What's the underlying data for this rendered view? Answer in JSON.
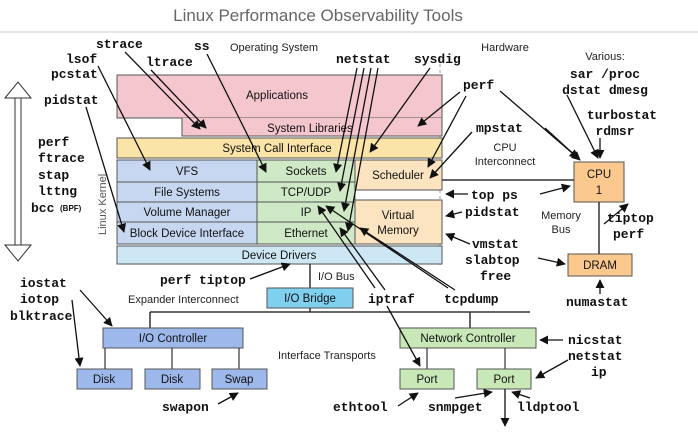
{
  "title": "Linux Performance Observability Tools",
  "labels": {
    "operating_system": "Operating System",
    "hardware": "Hardware",
    "linux_kernel": "Linux Kernel",
    "cpu_interconnect_1": "CPU",
    "cpu_interconnect_2": "Interconnect",
    "memory_bus_1": "Memory",
    "memory_bus_2": "Bus",
    "io_bus": "I/O Bus",
    "expander_interconnect": "Expander Interconnect",
    "interface_transports": "Interface Transports",
    "various": "Various:"
  },
  "boxes": {
    "applications": "Applications",
    "system_libraries": "System Libraries",
    "system_call_interface": "System Call Interface",
    "vfs": "VFS",
    "file_systems": "File Systems",
    "volume_manager": "Volume Manager",
    "block_device_interface": "Block Device Interface",
    "sockets": "Sockets",
    "tcp_udp": "TCP/UDP",
    "ip": "IP",
    "ethernet": "Ethernet",
    "scheduler": "Scheduler",
    "virtual_memory_1": "Virtual",
    "virtual_memory_2": "Memory",
    "device_drivers": "Device Drivers",
    "cpu_1": "CPU",
    "cpu_2": "1",
    "dram": "DRAM",
    "io_bridge": "I/O Bridge",
    "io_controller": "I/O Controller",
    "disk_1": "Disk",
    "disk_2": "Disk",
    "swap": "Swap",
    "network_controller": "Network Controller",
    "port_1": "Port",
    "port_2": "Port"
  },
  "tools": {
    "strace": "strace",
    "ss": "ss",
    "lsof": "lsof",
    "pcstat": "pcstat",
    "ltrace": "ltrace",
    "pidstat_left": "pidstat",
    "perf_left": "perf",
    "ftrace": "ftrace",
    "stap": "stap",
    "lttng": "lttng",
    "bcc": "bcc",
    "bpf": "(BPF)",
    "netstat_top": "netstat",
    "sysdig": "sysdig",
    "perf_right": "perf",
    "mpstat": "mpstat",
    "top_ps": "top ps",
    "pidstat_right": "pidstat",
    "vmstat": "vmstat",
    "slabtop": "slabtop",
    "free": "free",
    "various_1": "sar /proc",
    "various_2": "dstat dmesg",
    "turbostat": "turbostat",
    "rdmsr": "rdmsr",
    "tiptop": "tiptop",
    "perf_cpu": "perf",
    "numastat": "numastat",
    "perf_tiptop": "perf tiptop",
    "iostat": "iostat",
    "iotop": "iotop",
    "blktrace": "blktrace",
    "iptraf": "iptraf",
    "tcpdump": "tcpdump",
    "nicstat": "nicstat",
    "netstat_bottom": "netstat",
    "ip": "ip",
    "swapon": "swapon",
    "ethtool": "ethtool",
    "snmpget": "snmpget",
    "lldptool": "lldptool"
  },
  "colors": {
    "applications": "#f4c6ce",
    "system_call_interface": "#fbe4a8",
    "vfs_stack": "#c7d7f2",
    "network_stack": "#cfe8c5",
    "scheduler_vm": "#fbe4bf",
    "device_drivers": "#cde7f4",
    "cpu": "#fbc98e",
    "dram": "#fbc98e",
    "io_bridge": "#7fcfee",
    "io_controller": "#9db9ec",
    "disk": "#9db9ec",
    "network_controller": "#c9e8b8",
    "port": "#c9e8b8"
  }
}
